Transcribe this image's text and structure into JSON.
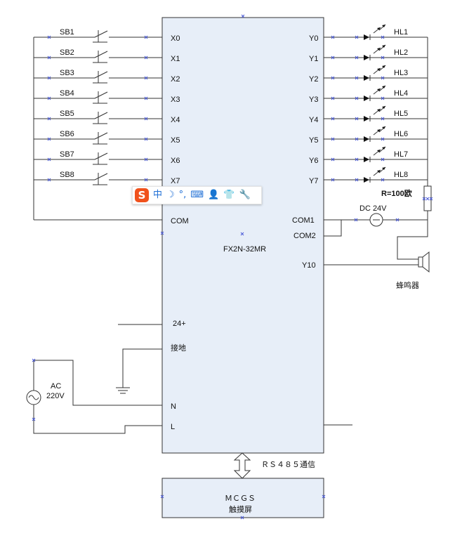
{
  "plc": {
    "model": "FX2N-32MR",
    "com_label": "COM",
    "com1_label": "COM1",
    "com2_label": "COM2",
    "y10_label": "Y10",
    "power_24": "24+",
    "ground": "接地",
    "n_label": "N",
    "l_label": "L"
  },
  "inputs": [
    {
      "switch": "SB1",
      "terminal": "X0"
    },
    {
      "switch": "SB2",
      "terminal": "X1"
    },
    {
      "switch": "SB3",
      "terminal": "X2"
    },
    {
      "switch": "SB4",
      "terminal": "X3"
    },
    {
      "switch": "SB5",
      "terminal": "X4"
    },
    {
      "switch": "SB6",
      "terminal": "X5"
    },
    {
      "switch": "SB7",
      "terminal": "X6"
    },
    {
      "switch": "SB8",
      "terminal": "X7"
    }
  ],
  "outputs": [
    {
      "terminal": "Y0",
      "lamp": "HL1"
    },
    {
      "terminal": "Y1",
      "lamp": "HL2"
    },
    {
      "terminal": "Y2",
      "lamp": "HL3"
    },
    {
      "terminal": "Y3",
      "lamp": "HL4"
    },
    {
      "terminal": "Y4",
      "lamp": "HL5"
    },
    {
      "terminal": "Y5",
      "lamp": "HL6"
    },
    {
      "terminal": "Y6",
      "lamp": "HL7"
    },
    {
      "terminal": "Y7",
      "lamp": "HL8"
    }
  ],
  "resistor_label": "R=100欧",
  "dc_source": "DC 24V",
  "ac_source": {
    "line1": "AC",
    "line2": "220V"
  },
  "buzzer_label": "蜂鸣器",
  "comm_label": "ＲＳ４８５通信",
  "hmi": {
    "line1": "ＭＣＧＳ",
    "line2": "触摸屏"
  },
  "ime_toolbar": {
    "lang": "中",
    "moon": "☽",
    "punct": "°,",
    "keyboard": "⌨",
    "user": "👤",
    "skin": "👕",
    "tools": "🔧",
    "logo": "S"
  },
  "colors": {
    "box_fill": "#e7eef8",
    "marker": "#4a5ad8",
    "ime_logo": "#f0511c"
  }
}
